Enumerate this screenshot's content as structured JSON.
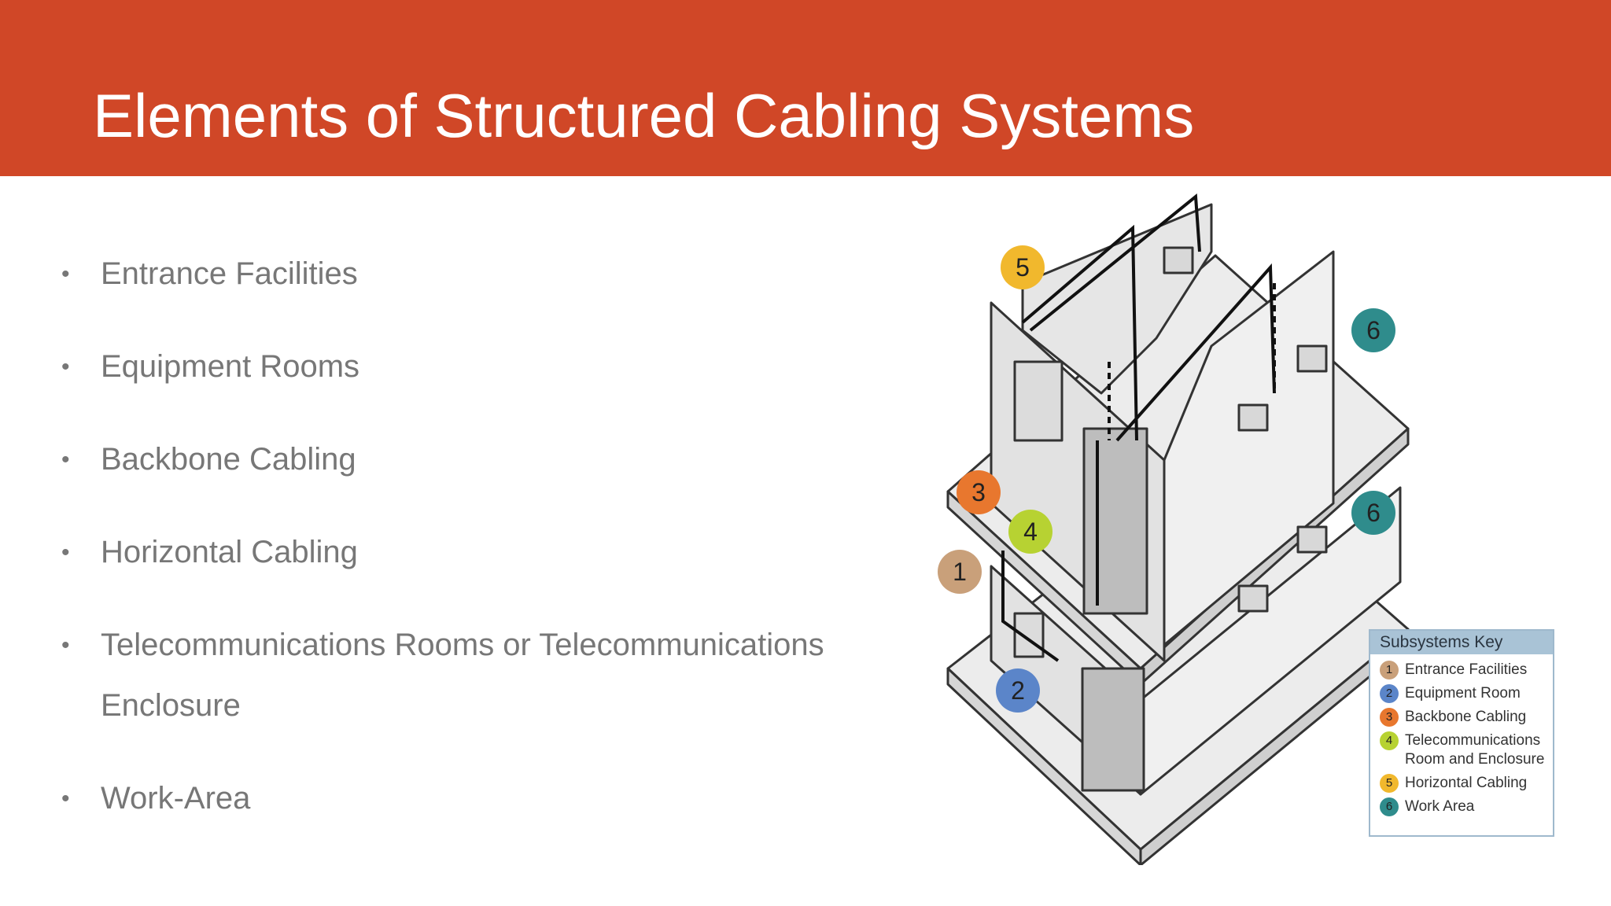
{
  "title": "Elements of Structured Cabling Systems",
  "bullets": [
    {
      "text": "Entrance Facilities"
    },
    {
      "text": "Equipment Rooms"
    },
    {
      "text": "Backbone Cabling"
    },
    {
      "text": "Horizontal Cabling"
    },
    {
      "text": "Telecommunications Rooms or Telecommunications Enclosure"
    },
    {
      "text": "Work-Area"
    }
  ],
  "bullet_glyph": "•",
  "colors": {
    "title_bar": "#d04727",
    "badge_1": "#c9a07a",
    "badge_2": "#5b85c9",
    "badge_3": "#e8772e",
    "badge_4": "#b7d232",
    "badge_5": "#f1b82d",
    "badge_6": "#2f8c8c"
  },
  "diagram": {
    "badges": [
      "5",
      "6",
      "3",
      "4",
      "6",
      "1",
      "2"
    ],
    "key": {
      "title": "Subsystems Key",
      "items": [
        {
          "num": "1",
          "label": "Entrance Facilities"
        },
        {
          "num": "2",
          "label": "Equipment Room"
        },
        {
          "num": "3",
          "label": "Backbone Cabling"
        },
        {
          "num": "4",
          "label": "Telecommunications Room and Enclosure"
        },
        {
          "num": "5",
          "label": "Horizontal Cabling"
        },
        {
          "num": "6",
          "label": "Work Area"
        }
      ]
    }
  }
}
